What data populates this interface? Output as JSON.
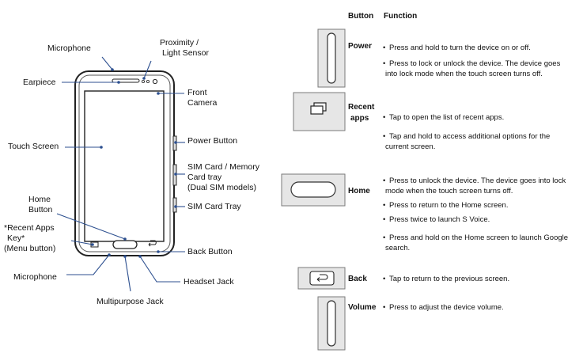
{
  "phone_labels": {
    "microphone_top": "Microphone",
    "proximity": [
      "Proximity  /",
      "Light Sensor"
    ],
    "earpiece": "Earpiece",
    "front_camera": [
      "Front",
      "Camera"
    ],
    "touch_screen": "Touch Screen",
    "power_button": "Power Button",
    "sim_memory": [
      "SIM Card / Memory",
      "Card tray",
      "(Dual SIM models)"
    ],
    "home_button": [
      "Home",
      "Button"
    ],
    "sim_tray": "SIM  Card Tray",
    "recent_apps_key": [
      "*Recent Apps",
      "Key*",
      "(Menu button)"
    ],
    "back_button": "Back Button",
    "microphone_bottom": "Microphone",
    "headset_jack": "Headset Jack",
    "multipurpose_jack": "Multipurpose Jack"
  },
  "table": {
    "col_button": "Button",
    "col_function": "Function",
    "rows": [
      {
        "name": [
          "Power"
        ],
        "icon": "power-key-icon",
        "bullets": [
          [
            "Press and hold to turn the device on or off."
          ],
          [
            "Press to lock or unlock the device. The device goes",
            "into lock mode when the touch screen turns off."
          ]
        ]
      },
      {
        "name": [
          "Recent",
          "apps"
        ],
        "icon": "recent-apps-key-icon",
        "bullets": [
          [
            "Tap to open the list of recent apps."
          ],
          [
            "Tap and hold to access additional options for the",
            "current screen."
          ]
        ]
      },
      {
        "name": [
          "Home"
        ],
        "icon": "home-key-icon",
        "bullets": [
          [
            "Press to unlock the device. The device goes into lock",
            "mode when the touch screen turns off."
          ],
          [
            "Press to return to the Home screen."
          ],
          [
            "Press twice to launch S Voice."
          ],
          [
            "Press and hold on the Home screen to launch Google",
            "search."
          ]
        ]
      },
      {
        "name": [
          "Back"
        ],
        "icon": "back-key-icon",
        "bullets": [
          [
            "Tap to return to the previous screen."
          ]
        ]
      },
      {
        "name": [
          "Volume"
        ],
        "icon": "volume-key-icon",
        "bullets": [
          [
            "Press to adjust the device volume."
          ]
        ]
      }
    ]
  }
}
